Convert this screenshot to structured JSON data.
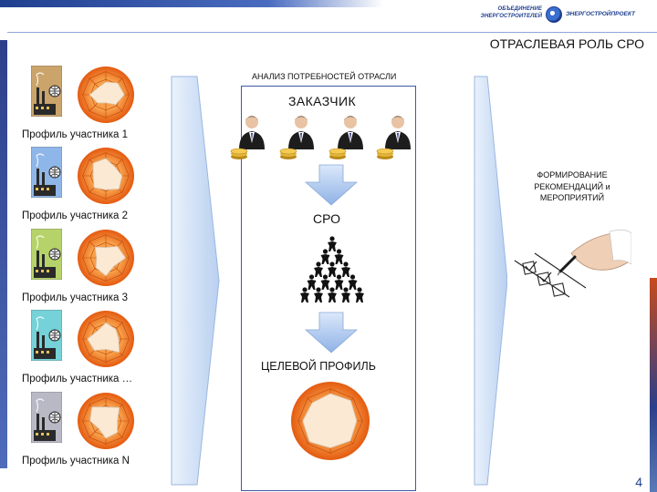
{
  "header": {
    "logo_left_line1": "ОБЪЕДИНЕНИЕ",
    "logo_left_line2": "ЭНЕРГОСТРОИТЕЛЕЙ",
    "logo_right": "ЭНЕРГОСТРОЙПРОЕКТ",
    "title": "ОТРАСЛЕВАЯ РОЛЬ СРО"
  },
  "profiles": [
    {
      "label": "Профиль участника 1",
      "icon_color": "#caa46a",
      "radar": [
        0.55,
        0.72,
        0.8,
        0.6,
        0.35,
        0.5,
        0.7,
        0.45
      ]
    },
    {
      "label": "Профиль участника 2",
      "icon_color": "#8fb6e8",
      "radar": [
        0.75,
        0.55,
        0.7,
        0.8,
        0.6,
        0.72,
        0.55,
        0.78
      ]
    },
    {
      "label": "Профиль участника 3",
      "icon_color": "#b6d36a",
      "radar": [
        0.45,
        0.7,
        0.85,
        0.5,
        0.78,
        0.6,
        0.4,
        0.66
      ]
    },
    {
      "label": "Профиль участника …",
      "icon_color": "#74d2d8",
      "radar": [
        0.7,
        0.6,
        0.55,
        0.82,
        0.45,
        0.7,
        0.8,
        0.5
      ]
    },
    {
      "label": "Профиль участника N",
      "icon_color": "#b9b9c6",
      "radar": [
        0.6,
        0.82,
        0.5,
        0.7,
        0.75,
        0.45,
        0.68,
        0.85
      ]
    }
  ],
  "center": {
    "top_label": "АНАЛИЗ ПОТРЕБНОСТЕЙ ОТРАСЛИ",
    "client_label": "ЗАКАЗЧИК",
    "sro_label": "СРО",
    "target_label": "ЦЕЛЕВОЙ ПРОФИЛЬ",
    "target_radar": [
      0.85,
      0.9,
      0.82,
      0.88,
      0.84,
      0.92,
      0.86,
      0.8
    ]
  },
  "right": {
    "rec_line1": "ФОРМИРОВАНИЕ",
    "rec_line2": "РЕКОМЕНДАЦИЙ и",
    "rec_line3": "МЕРОПРИЯТИЙ"
  },
  "page_number": "4",
  "colors": {
    "radar_outer": "#e45a10",
    "radar_inner": "#f7a04a",
    "radar_fill": "#fbe9d4",
    "arrow_fill": "#c7dbf5",
    "brand_blue": "#1f3f8f"
  },
  "icons": [
    "factory-icon",
    "globe-icon",
    "radar-icon",
    "businessman-icon",
    "coin-icon",
    "down-arrow-icon",
    "people-pyramid-icon",
    "checklist-hand-icon"
  ]
}
